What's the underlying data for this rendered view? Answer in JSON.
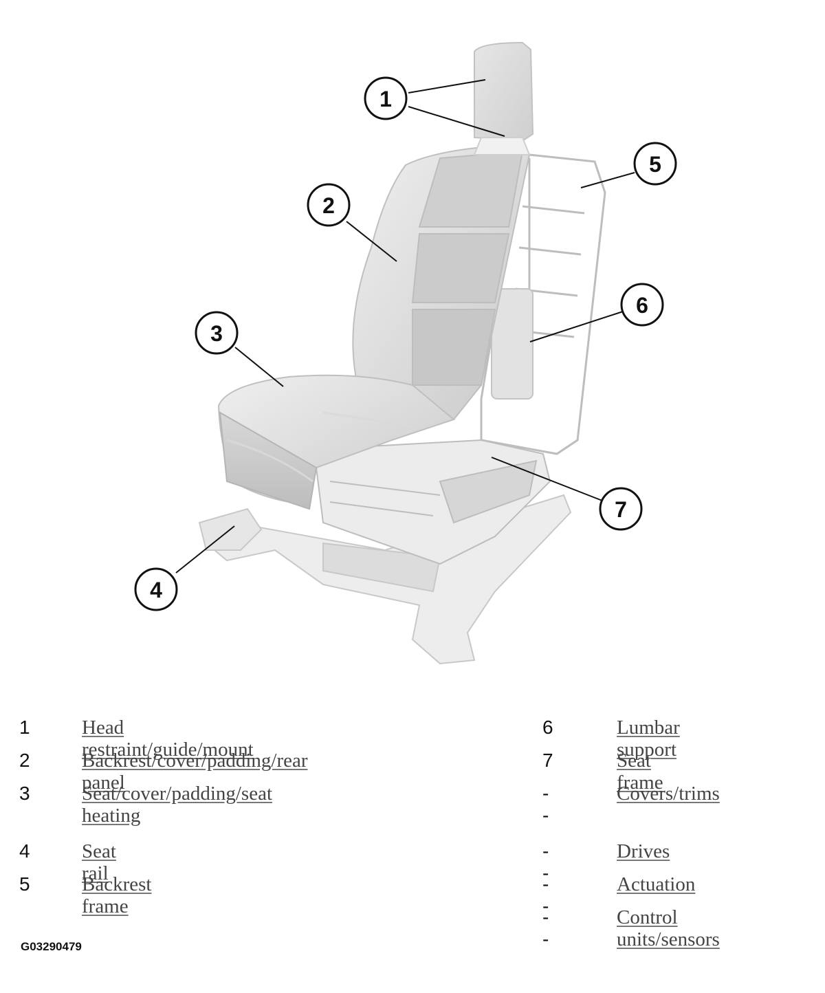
{
  "callouts": [
    "1",
    "2",
    "3",
    "4",
    "5",
    "6",
    "7"
  ],
  "legend": {
    "left": [
      {
        "num": "1",
        "text": "Head restraint/guide/mount"
      },
      {
        "num": "2",
        "text": "Backrest/cover/padding/rear panel"
      },
      {
        "num": "3",
        "text": "Seat/cover/padding/seat heating"
      },
      {
        "num": "4",
        "text": "Seat rail"
      },
      {
        "num": "5",
        "text": "Backrest frame"
      }
    ],
    "right": [
      {
        "num": "6",
        "text": "Lumbar support"
      },
      {
        "num": "7",
        "text": "Seat frame"
      },
      {
        "num": "--",
        "text": "Covers/trims"
      },
      {
        "num": "--",
        "text": "Drives"
      },
      {
        "num": "--",
        "text": "Actuation"
      },
      {
        "num": "--",
        "text": "Control units/sensors"
      }
    ]
  },
  "figure_id": "G03290479"
}
